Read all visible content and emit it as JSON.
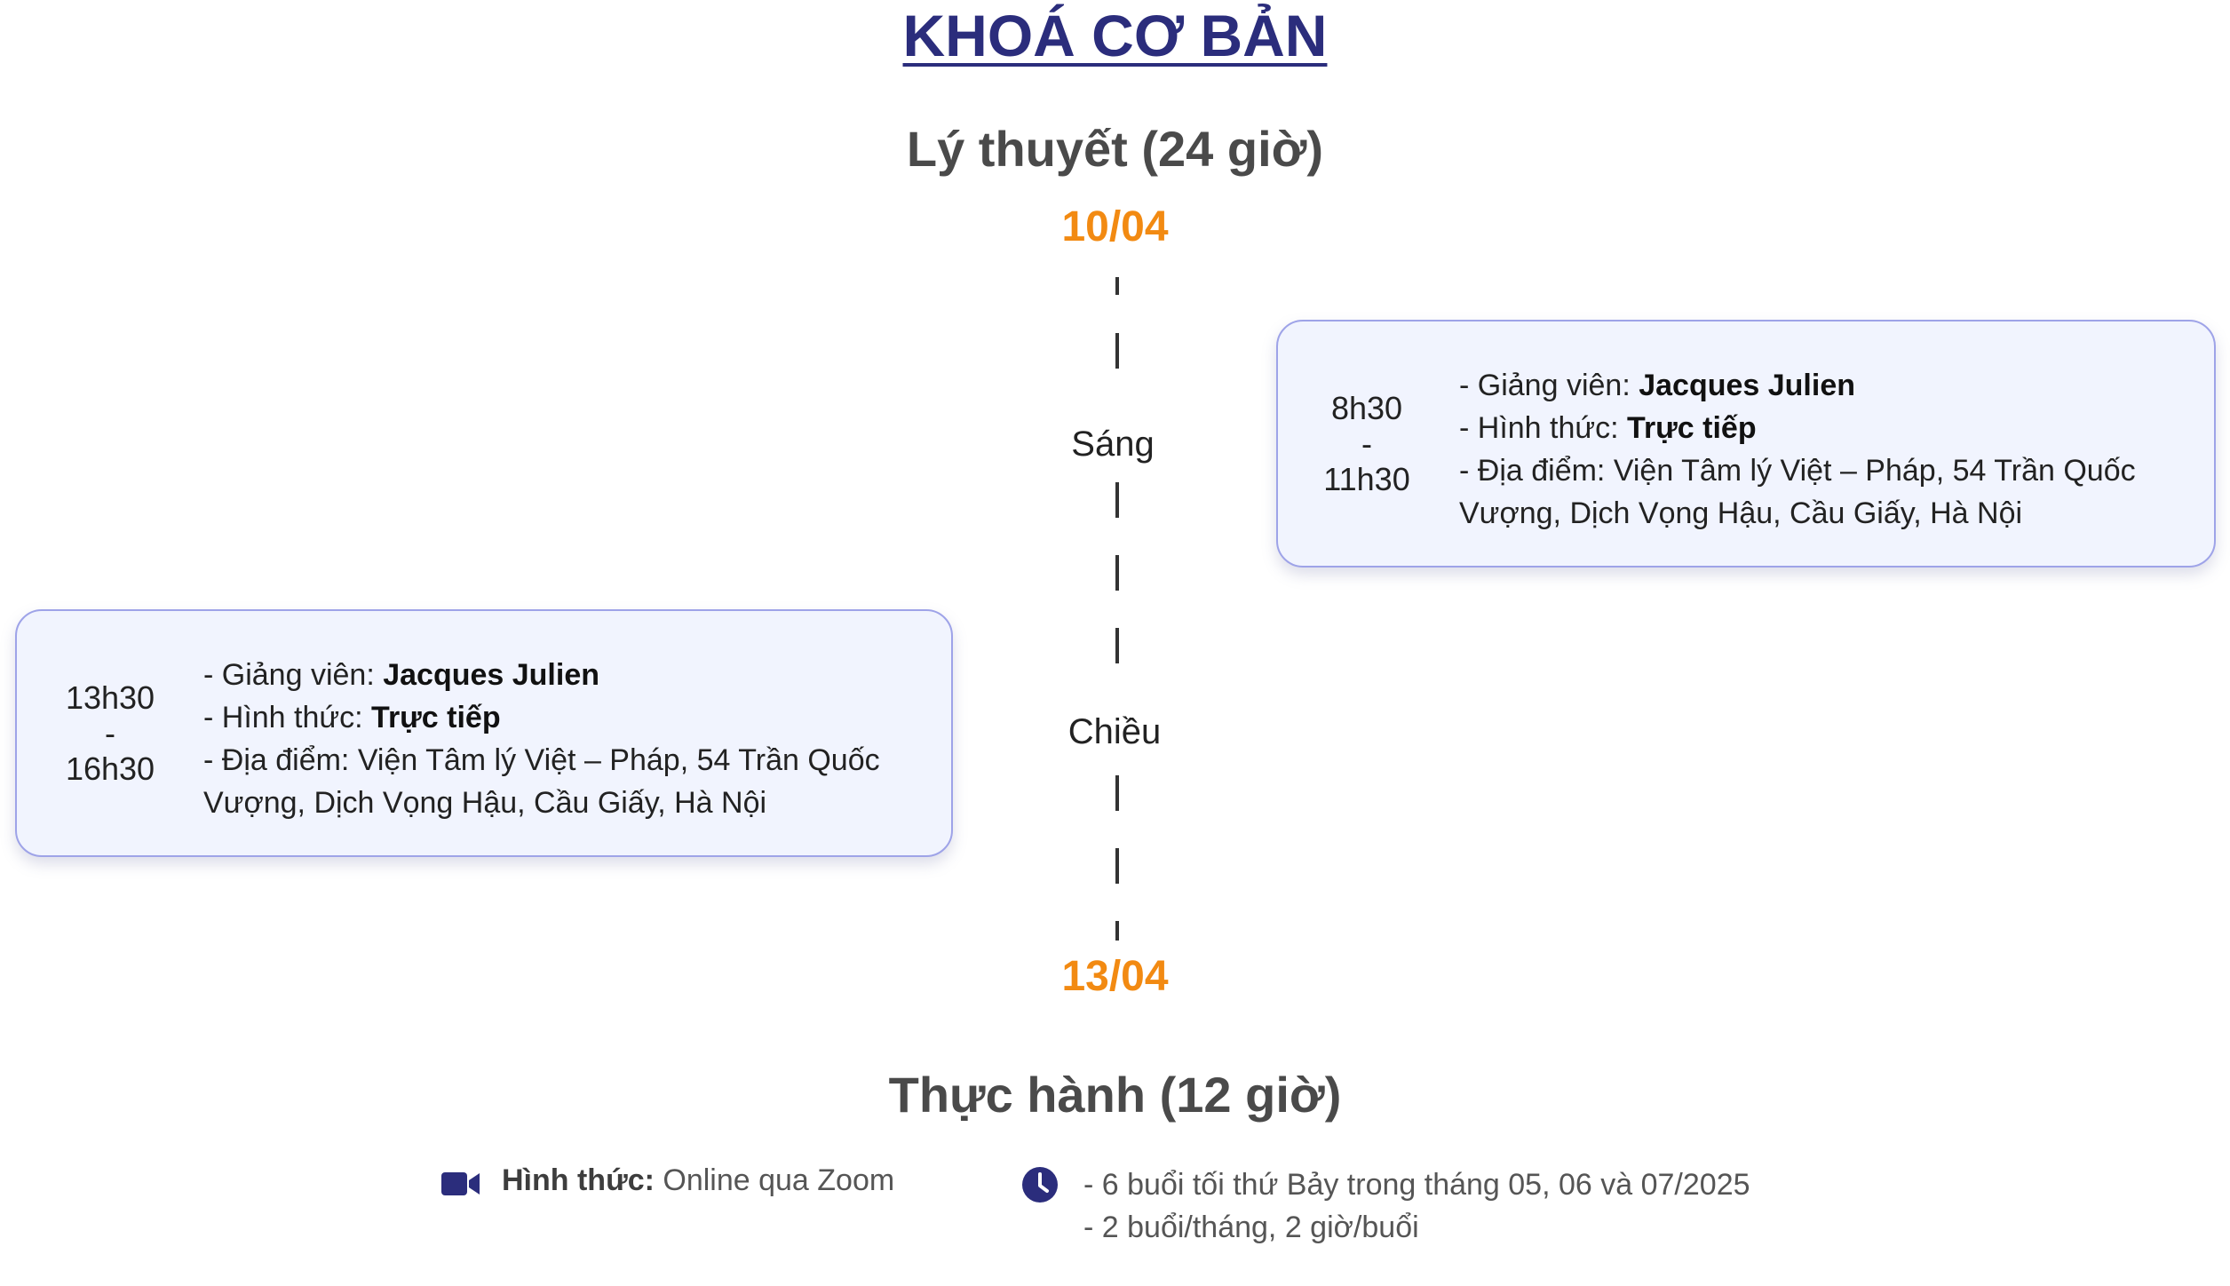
{
  "header": {
    "title": "KHOÁ CƠ BẢN"
  },
  "theory": {
    "title": "Lý thuyết (24 giờ)",
    "date_start": "10/04",
    "date_end": "13/04",
    "morning": {
      "label": "Sáng",
      "time_start": "8h30",
      "time_sep": "-",
      "time_end": "11h30",
      "lecturer_prefix": "-  Giảng viên: ",
      "lecturer": "Jacques Julien",
      "format_prefix": "-  Hình thức: ",
      "format": "Trực tiếp",
      "location_line1": "-  Địa điểm: Viện Tâm lý Việt – Pháp, 54 Trần Quốc",
      "location_line2": "Vượng, Dịch Vọng Hậu, Cầu Giấy, Hà Nội"
    },
    "afternoon": {
      "label": "Chiều",
      "time_start": "13h30",
      "time_sep": "-",
      "time_end": "16h30",
      "lecturer_prefix": "-  Giảng viên: ",
      "lecturer": "Jacques Julien",
      "format_prefix": "-  Hình thức: ",
      "format": "Trực tiếp",
      "location_line1": "-  Địa điểm: Viện Tâm lý Việt – Pháp, 54 Trần Quốc",
      "location_line2": "Vượng, Dịch Vọng Hậu, Cầu Giấy, Hà Nội"
    }
  },
  "practice": {
    "title": "Thực hành (12 giờ)",
    "format_label": "Hình thức:",
    "format_value": " Online qua Zoom",
    "schedule": [
      "-  6 buổi tối thứ Bảy trong tháng 05, 06 và 07/2025",
      "-  2 buổi/tháng, 2 giờ/buổi"
    ]
  },
  "icons": {
    "format": "video-camera-icon",
    "schedule": "clock-icon"
  },
  "colors": {
    "title": "#2b2d7c",
    "date": "#f28a12",
    "card_bg": "#f1f4fe",
    "card_border": "#9ea3e8",
    "icon": "#2b2d7c"
  }
}
